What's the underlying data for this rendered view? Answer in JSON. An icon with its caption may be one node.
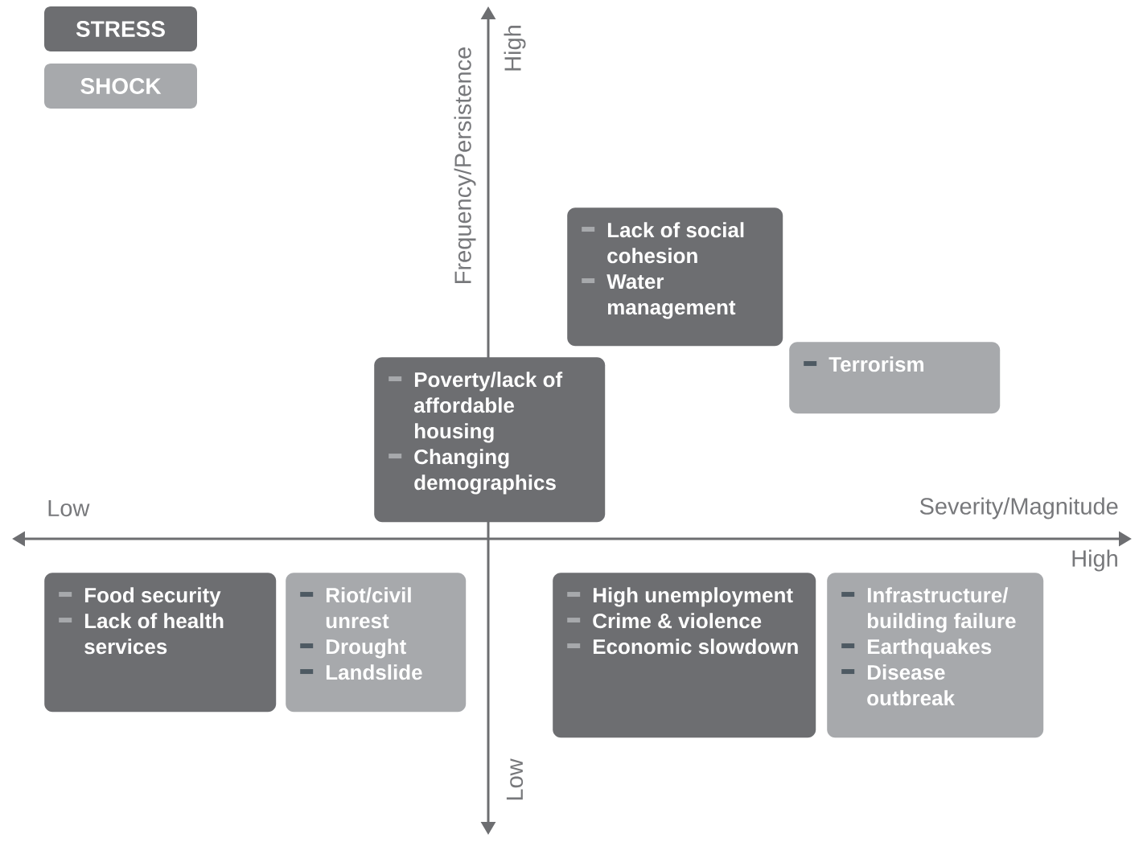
{
  "diagram": {
    "nodes": [
      {
        "text": [
          "Lack of social cohesion",
          "Water management"
        ]
      },
      {
        "text": [
          "Terrorism"
        ]
      },
      {
        "text": [
          "Poverty/lack of affordable housing",
          "Changing demographics"
        ]
      },
      {
        "text": [
          "Food security",
          "Lack of health services"
        ]
      },
      {
        "text": [
          "Riot/civil unrest",
          "Drought",
          "Landslide"
        ]
      },
      {
        "text": [
          "High unemployment",
          "Crime & violence",
          "Economic slowdown"
        ]
      },
      {
        "text": [
          "Infrastructure/ building failure",
          "Earthquakes",
          "Disease outbreak"
        ]
      }
    ],
    "labels": [
      "Frequency/Persistence",
      "High",
      "Low",
      "Severity/Magnitude",
      "High",
      "Low"
    ],
    "legend": [
      {
        "text": "STRESS",
        "color": "#6d6e71"
      },
      {
        "text": "SHOCK",
        "color": "#a7a9ac"
      }
    ]
  }
}
